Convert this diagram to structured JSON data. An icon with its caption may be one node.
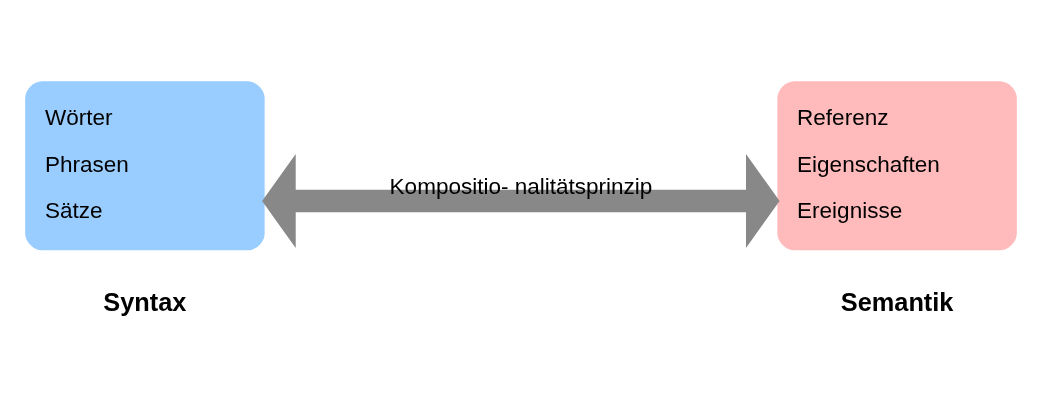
{
  "diagram": {
    "nodes": [
      {
        "text": [
          "Wörter",
          "Phrasen",
          "Sätze"
        ],
        "beside": [
          "Syntax"
        ]
      },
      {
        "text": [
          "Referenz",
          "Eigenschaften",
          "Ereignisse"
        ],
        "beside": [
          "Semantik"
        ]
      }
    ],
    "edges": [
      {
        "from": 0,
        "to": 1,
        "arrow": "both",
        "label": "Kompositio- nalitätsprinzip"
      }
    ]
  }
}
